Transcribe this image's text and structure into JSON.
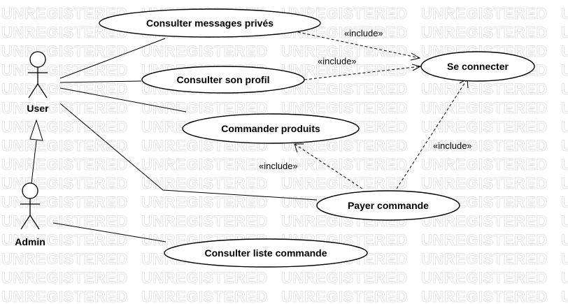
{
  "watermark": "UNREGISTERED",
  "actors": [
    {
      "id": "user",
      "label": "User"
    },
    {
      "id": "admin",
      "label": "Admin"
    }
  ],
  "use_cases": [
    {
      "id": "messages",
      "label": "Consulter messages privés"
    },
    {
      "id": "profil",
      "label": "Consulter son profil"
    },
    {
      "id": "commander",
      "label": "Commander produits"
    },
    {
      "id": "payer",
      "label": "Payer commande"
    },
    {
      "id": "liste",
      "label": "Consulter liste commande"
    },
    {
      "id": "connecter",
      "label": "Se connecter"
    }
  ],
  "include_label": "«include»"
}
